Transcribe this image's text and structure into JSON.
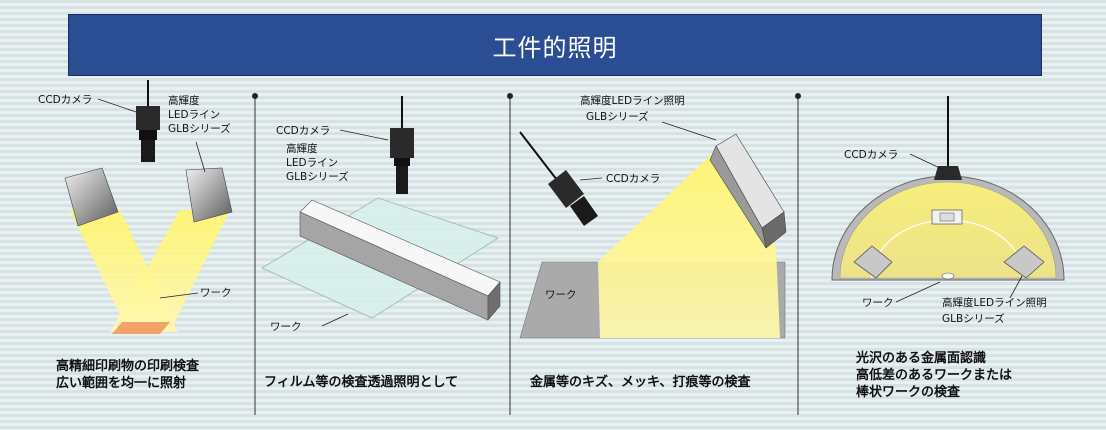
{
  "header": {
    "title": "工件的照明"
  },
  "panels": [
    {
      "camera_label": "CCDカメラ",
      "light_label_lines": [
        "高輝度",
        "LEDライン",
        "GLBシリーズ"
      ],
      "work_label": "ワーク",
      "caption_lines": [
        "高精細印刷物の印刷検査",
        "広い範囲を均一に照射"
      ]
    },
    {
      "camera_label": "CCDカメラ",
      "light_label_lines": [
        "高輝度",
        "LEDライン",
        "GLBシリーズ"
      ],
      "work_label": "ワーク",
      "caption_lines": [
        "フィルム等の検査透過照明として"
      ]
    },
    {
      "light_label_lines": [
        "高輝度LEDライン照明",
        "GLBシリーズ"
      ],
      "camera_label": "CCDカメラ",
      "work_label": "ワーク",
      "caption_lines": [
        "金属等のキズ、メッキ、打痕等の検査"
      ]
    },
    {
      "camera_label": "CCDカメラ",
      "work_label": "ワーク",
      "light_label_lines": [
        "高輝度LEDライン照明",
        "GLBシリーズ"
      ],
      "caption_lines": [
        "光沢のある金属面認識",
        "高低差のあるワークまたは",
        "棒状ワークの検査"
      ]
    }
  ]
}
